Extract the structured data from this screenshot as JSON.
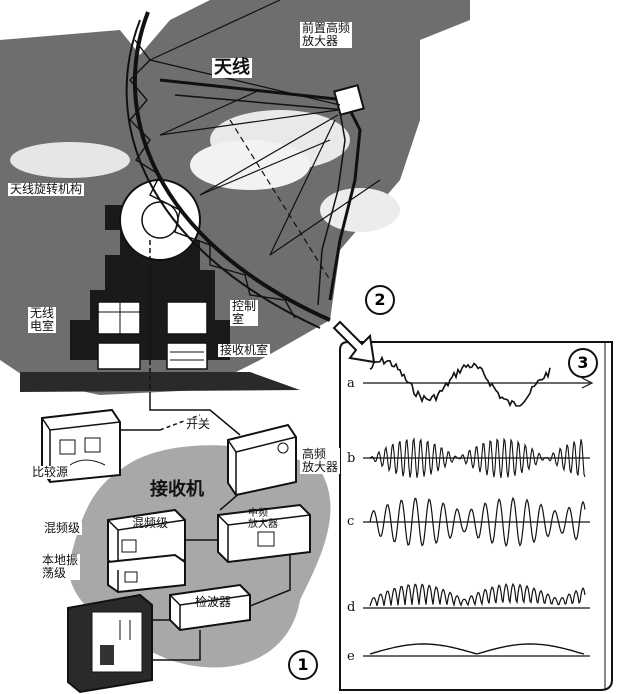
{
  "labels": {
    "antenna": "天线",
    "preamp": "前置高频\n放大器",
    "rotator": "天线旋转机构",
    "antenna_room": "无线\n电室",
    "control_room": "控制\n室",
    "receiver_room": "接收机室",
    "switch": "开关",
    "compare_source": "比较源",
    "hf_amp": "高频\n放大器",
    "receiver": "接收机",
    "mixer": "混频级",
    "local_osc": "本地振\n荡级",
    "mixer_box": "混频级",
    "if_amp_box": "中频\n放大器",
    "detector_box": "检波器"
  },
  "markers": [
    "1",
    "2",
    "3"
  ],
  "waveforms": [
    "a",
    "b",
    "c",
    "d",
    "e"
  ],
  "colors": {
    "ink": "#111111",
    "sky": "#6e6e6e",
    "paper": "#ffffff",
    "blob": "#a8a8a8"
  }
}
